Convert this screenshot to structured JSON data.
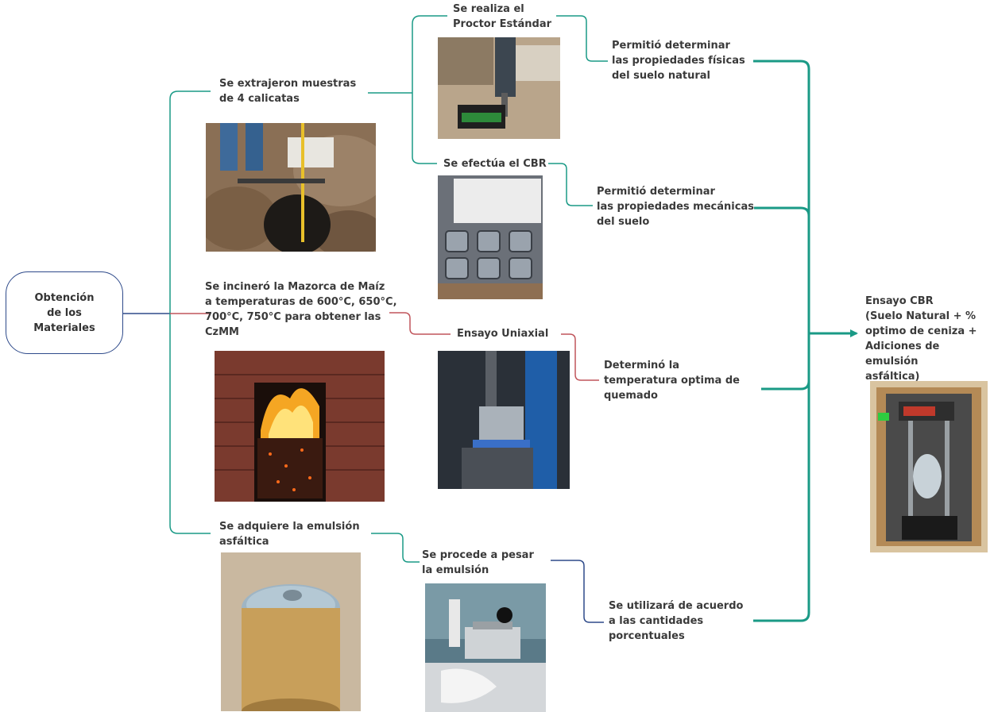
{
  "root": {
    "label": "Obtención\nde los\nMateriales"
  },
  "branches": {
    "extract": "Se extrajeron muestras\nde 4 calicatas",
    "incinerate": "Se incineró la Mazorca de Maíz\na temperaturas de 600°C, 650°C,\n700°C, 750°C para obtener las\nCzMM",
    "emulsion": "Se adquiere la emulsión\nasfáltica"
  },
  "steps": {
    "proctor": "Se realiza el\nProctor Estándar",
    "cbr": "Se efectúa el CBR",
    "uniaxial": "Ensayo Uniaxial",
    "weigh": "Se procede a pesar\nla emulsión"
  },
  "results": {
    "physical": "Permitió determinar\nlas propiedades físicas\ndel suelo natural",
    "mechanical": "Permitió determinar\nlas propiedades mecánicas\ndel suelo",
    "temperature": "Determinó la\ntemperatura optima de\nquemado",
    "percent": "Se utilizará de acuerdo\na las cantidades\nporcentuales"
  },
  "final": {
    "label": "Ensayo CBR\n(Suelo Natural + %\noptimo de ceniza +\nAdiciones de emulsión\nasfáltica)"
  },
  "colors": {
    "teal": "#1a9a86",
    "navy": "#2e4a8a",
    "red": "#c0555b"
  }
}
